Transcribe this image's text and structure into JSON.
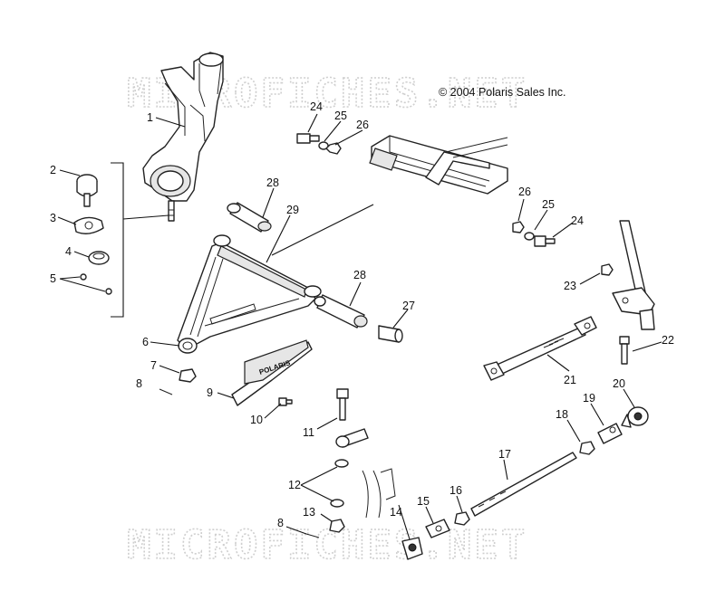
{
  "copyright": "© 2004 Polaris Sales Inc.",
  "watermark_text": "MICROFICHES.NET",
  "guard_logo_text": "POLARIS",
  "callouts": [
    "1",
    "2",
    "3",
    "4",
    "5",
    "6",
    "7",
    "8",
    "9",
    "10",
    "11",
    "12",
    "13",
    "14",
    "15",
    "16",
    "17",
    "18",
    "19",
    "20",
    "21",
    "22",
    "23",
    "24",
    "25",
    "26",
    "27",
    "28",
    "29",
    "8",
    "24",
    "25",
    "26",
    "28"
  ]
}
